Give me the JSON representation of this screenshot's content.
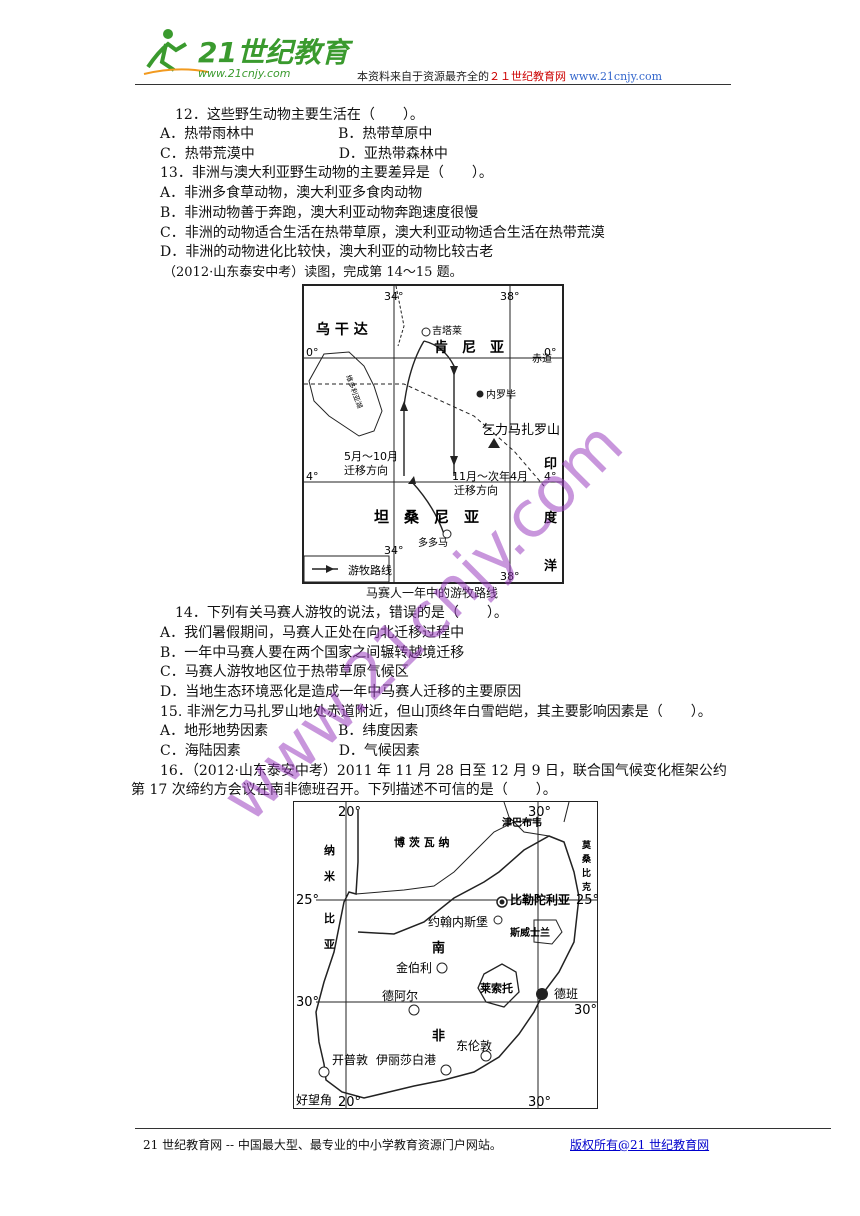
{
  "header": {
    "logo_main": "21世纪教育",
    "logo_url": "www.21cnjy.com",
    "note_prefix": "本资料来自于资源最齐全的",
    "note_site": "２１世纪教育网",
    "note_url": "www.21cnjy.com"
  },
  "questions": [
    {
      "text": "12．这些野生动物主要生活在（　　）。"
    },
    {
      "text": "A．热带雨林中　　　　　　B．热带草原中"
    },
    {
      "text": "C．热带荒漠中　　　　　　D．亚热带森林中"
    },
    {
      "text": "13．非洲与澳大利亚野生动物的主要差异是（　　）。"
    },
    {
      "text": "A．非洲多食草动物，澳大利亚多食肉动物"
    },
    {
      "text": "B．非洲动物善于奔跑，澳大利亚动物奔跑速度很慢"
    },
    {
      "text": "C．非洲的动物适合生活在热带草原，澳大利亚动物适合生活在热带荒漠"
    },
    {
      "text": "D．非洲的动物进化比较快，澳大利亚的动物比较古老"
    },
    {
      "text": "（2012·山东泰安中考）读图，完成第 14～15 题。"
    }
  ],
  "map1": {
    "lon_34": "34°",
    "lon_38": "38°",
    "lon_34_bottom": "34°",
    "lon_38_bottom": "38°",
    "lat_0_left": "0°",
    "lat_0_right": "0°",
    "lat_4_left": "4°",
    "lat_4_right": "4°",
    "uganda": "乌 干 达",
    "kenya": "肯　尼　亚",
    "equator": "赤道",
    "gitarama": "吉塔莱",
    "nairobi": "内罗毕",
    "kilimanjaro": "乞力马扎罗山",
    "lake": "维多利亚湖",
    "migration_may_oct": "5月～10月",
    "migration_dir1": "迁移方向",
    "migration_nov_apr": "11月～次年4月",
    "migration_dir2": "迁移方向",
    "tanzania": "坦　桑　尼　亚",
    "dodoma": "多多马",
    "ocean1": "印",
    "ocean2": "度",
    "ocean3": "洋",
    "legend": "游牧路线",
    "caption": "马赛人一年中的游牧路线"
  },
  "questions2": [
    {
      "text": "14．下列有关马赛人游牧的说法，错误的是（　　）。"
    },
    {
      "text": "A．我们暑假期间，马赛人正处在向北迁移过程中"
    },
    {
      "text": "B．一年中马赛人要在两个国家之间辗转越境迁移"
    },
    {
      "text": "C．马赛人游牧地区位于热带草原气候区"
    },
    {
      "text": "D．当地生态环境恶化是造成一年中马赛人迁移的主要原因"
    },
    {
      "text": "15. 非洲乞力马扎罗山地处赤道附近，但山顶终年白雪皑皑，其主要影响因素是（　　）。"
    },
    {
      "text": "A．地形地势因素　　　　　B．纬度因素"
    },
    {
      "text": "C．海陆因素　　　　　　　D．气候因素"
    },
    {
      "text": "16．（2012·山东泰安中考）2011 年 11 月 28 日至 12 月 9 日，联合国气候变化框架公约"
    },
    {
      "text": "第 17 次缔约方会议在南非德班召开。下列描述不可信的是（　　）。"
    }
  ],
  "map2": {
    "lon_20_top": "20°",
    "lon_30_top": "30°",
    "lon_20_bottom": "20°",
    "lon_30_bottom": "30°",
    "lat_25_left": "25°",
    "lat_25_right": "25°",
    "lat_30_left": "30°",
    "lat_30_right": "30°",
    "botswana": "博 茨 瓦 纳",
    "zimbabwe": "津巴布韦",
    "mozambique": "莫桑比克",
    "namibia_1": "纳",
    "namibia_2": "米",
    "namibia_3": "比",
    "namibia_4": "亚",
    "pretoria": "比勒陀利亚",
    "johannesburg": "约翰内斯堡",
    "swaziland": "斯威士兰",
    "south": "南",
    "africa": "非",
    "kimberley": "金伯利",
    "lesotho": "莱索托",
    "bloemfontein": "德阿尔",
    "durban": "德班",
    "east_london": "东伦敦",
    "port_elizabeth": "伊丽莎白港",
    "cape_town": "开普敦",
    "cape": "好望角"
  },
  "footer": {
    "left": "21 世纪教育网 -- 中国最大型、最专业的中小学教育资源门户网站。",
    "right": "版权所有@21 世纪教育网"
  },
  "watermark": "www.21cnjy.com",
  "colors": {
    "watermark": "#9b3fbf",
    "logo_green": "#3a9a2e",
    "header_red": "#cc0000"
  }
}
